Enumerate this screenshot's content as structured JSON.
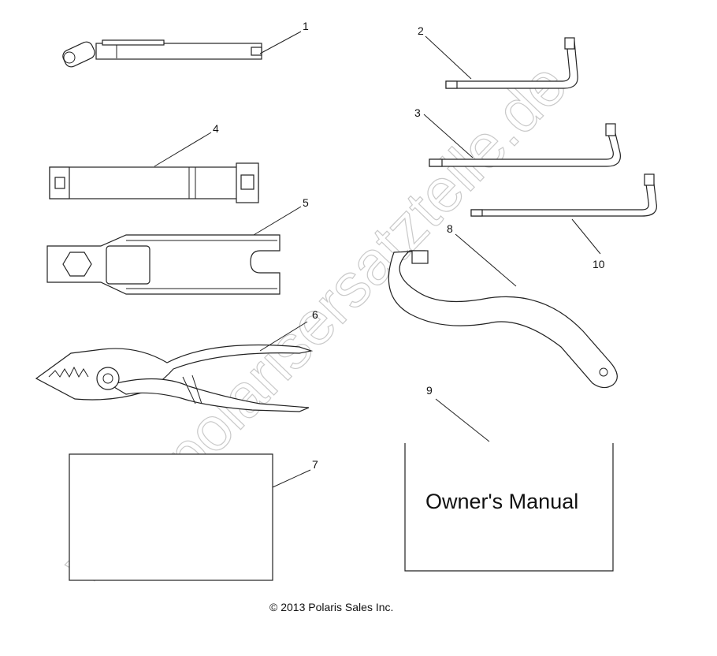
{
  "watermark": "www.polarisersatzteile.de",
  "copyright": "© 2013 Polaris Sales Inc.",
  "manual_cover_text": "Owner's Manual",
  "callouts": [
    "1",
    "2",
    "3",
    "4",
    "5",
    "6",
    "7",
    "8",
    "9",
    "10"
  ]
}
